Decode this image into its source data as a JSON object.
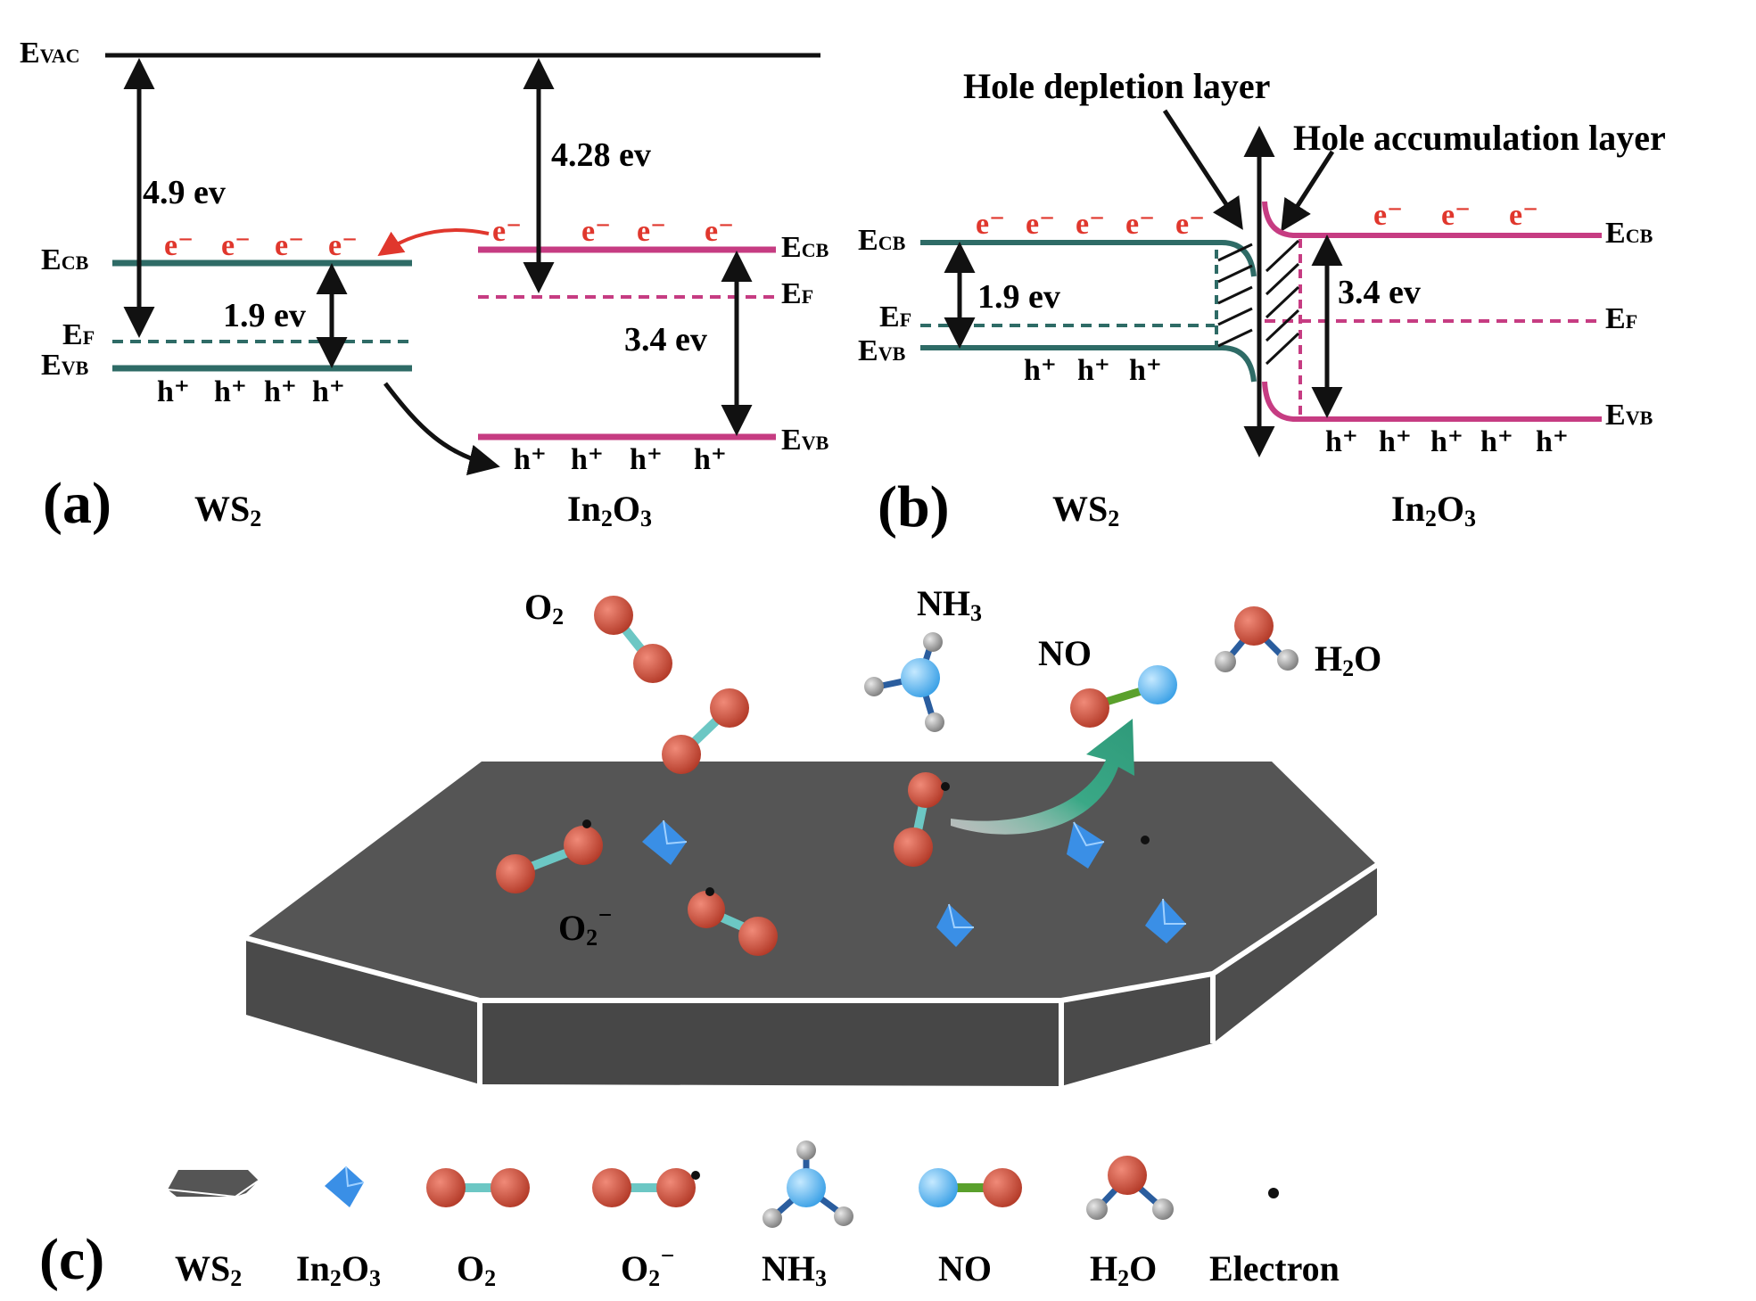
{
  "colors": {
    "ws2": "#2e6b66",
    "in2o3": "#c63c82",
    "electron": "#e0372d",
    "black": "#111111",
    "plate_top": "#555555",
    "plate_side": "#4a4a4a",
    "oxygen": "#c94a36",
    "nitrogen": "#62b8ee",
    "hydrogen": "#9a9a9a",
    "o2_bond": "#6cc7c4",
    "no_bond": "#5aa02c",
    "other_bond": "#2a5d9e",
    "crystal": "#3a8fe6",
    "green_arrow": "#3aa886"
  },
  "panel_a": {
    "evac": "E",
    "evac_sub": "VAC",
    "ws2_work": "4.9 ev",
    "in2o3_work": "4.28 ev",
    "ws2_gap": "1.9 ev",
    "in2o3_gap": "3.4 ev",
    "e_symbol": "E",
    "cb_sub": "CB",
    "vb_sub": "VB",
    "f_sub": "F",
    "electron": "e⁻",
    "hole": "h⁺",
    "label": "(a)",
    "ws2_name": "WS",
    "in2o3_name": "In",
    "sub_2": "2",
    "sub_3": "3",
    "o_letter": "O"
  },
  "panel_b": {
    "hole_depletion": "Hole depletion layer",
    "hole_accumulation": "Hole accumulation layer",
    "ws2_gap": "1.9 ev",
    "in2o3_gap": "3.4 ev",
    "label": "(b)"
  },
  "panel_c": {
    "o2": "O",
    "nh3": "NH",
    "no": "NO",
    "h2o_h": "H",
    "h2o_o": "O",
    "o2_minus": "O",
    "minus": "⁻",
    "label": "(c)"
  },
  "legend": {
    "ws2": "WS",
    "in2o3": "In",
    "o2": "O",
    "o2_minus": "O",
    "nh3": "NH",
    "no": "NO",
    "h2o": "H",
    "electron": "Electron"
  }
}
